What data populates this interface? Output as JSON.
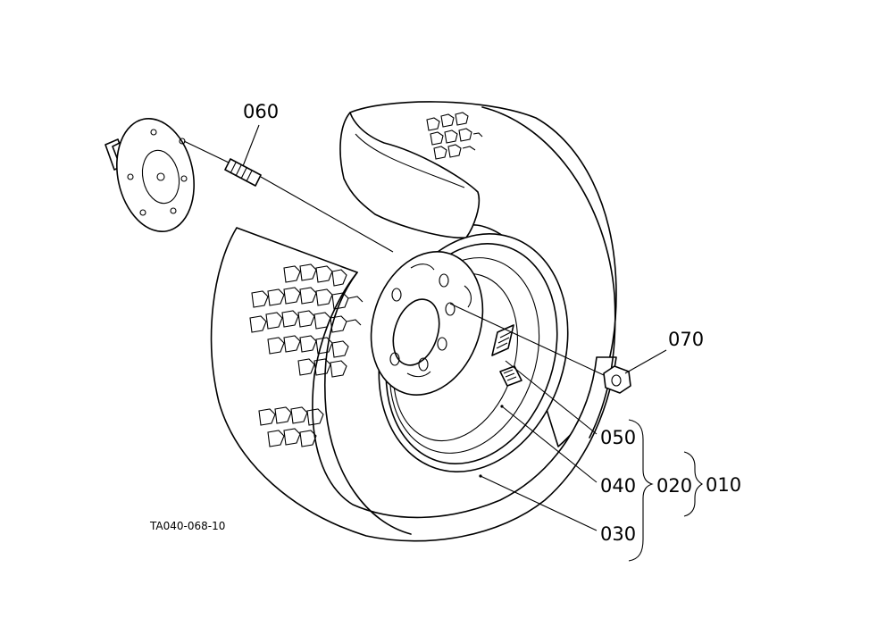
{
  "figure_code": "TA040-068-10",
  "callouts": {
    "hub_bolt": "060",
    "wheel_nut": "070",
    "valve": "050",
    "rim": "040",
    "tire": "030",
    "wheel_assembly_sub": "020",
    "wheel_assembly": "010"
  },
  "colors": {
    "ink": "#000000",
    "paper": "#ffffff"
  }
}
